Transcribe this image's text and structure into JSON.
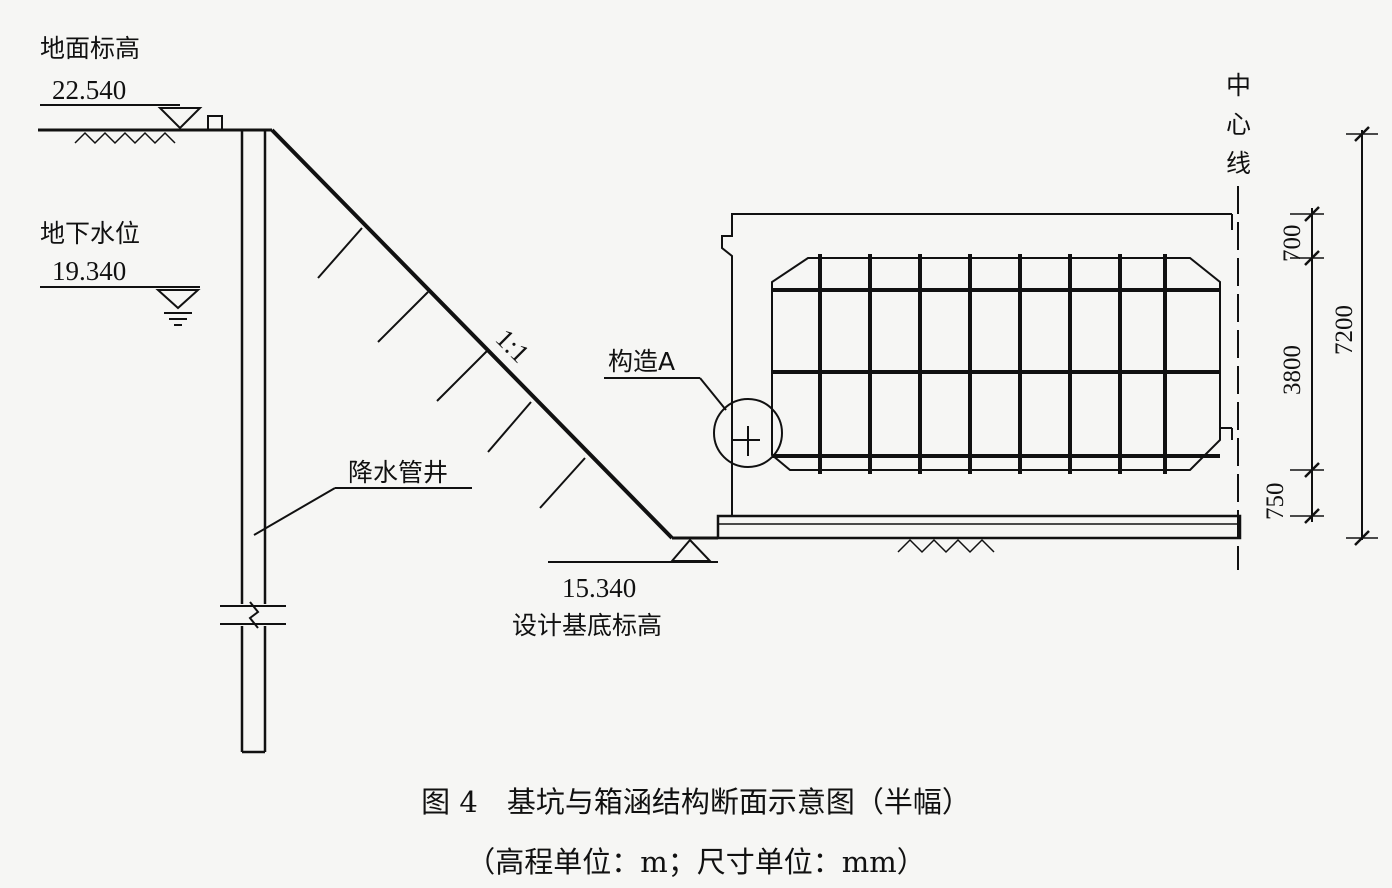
{
  "labels": {
    "ground_level_label": "地面标高",
    "ground_level_value": "22.540",
    "groundwater_label": "地下水位",
    "groundwater_value": "19.340",
    "slope_ratio": "1:1",
    "dewatering_well": "降水管井",
    "design_base_value": "15.340",
    "design_base_label": "设计基底标高",
    "detail_a": "构造A",
    "centerline": [
      "中",
      "心",
      "线"
    ]
  },
  "dimensions": {
    "top": "700",
    "middle": "3800",
    "bottom": "750",
    "total": "7200"
  },
  "caption": {
    "title": "图 4　基坑与箱涵结构断面示意图（半幅）",
    "units": "（高程单位：m；尺寸单位：mm）"
  },
  "colors": {
    "line": "#111111",
    "background": "#f6f6f4"
  }
}
